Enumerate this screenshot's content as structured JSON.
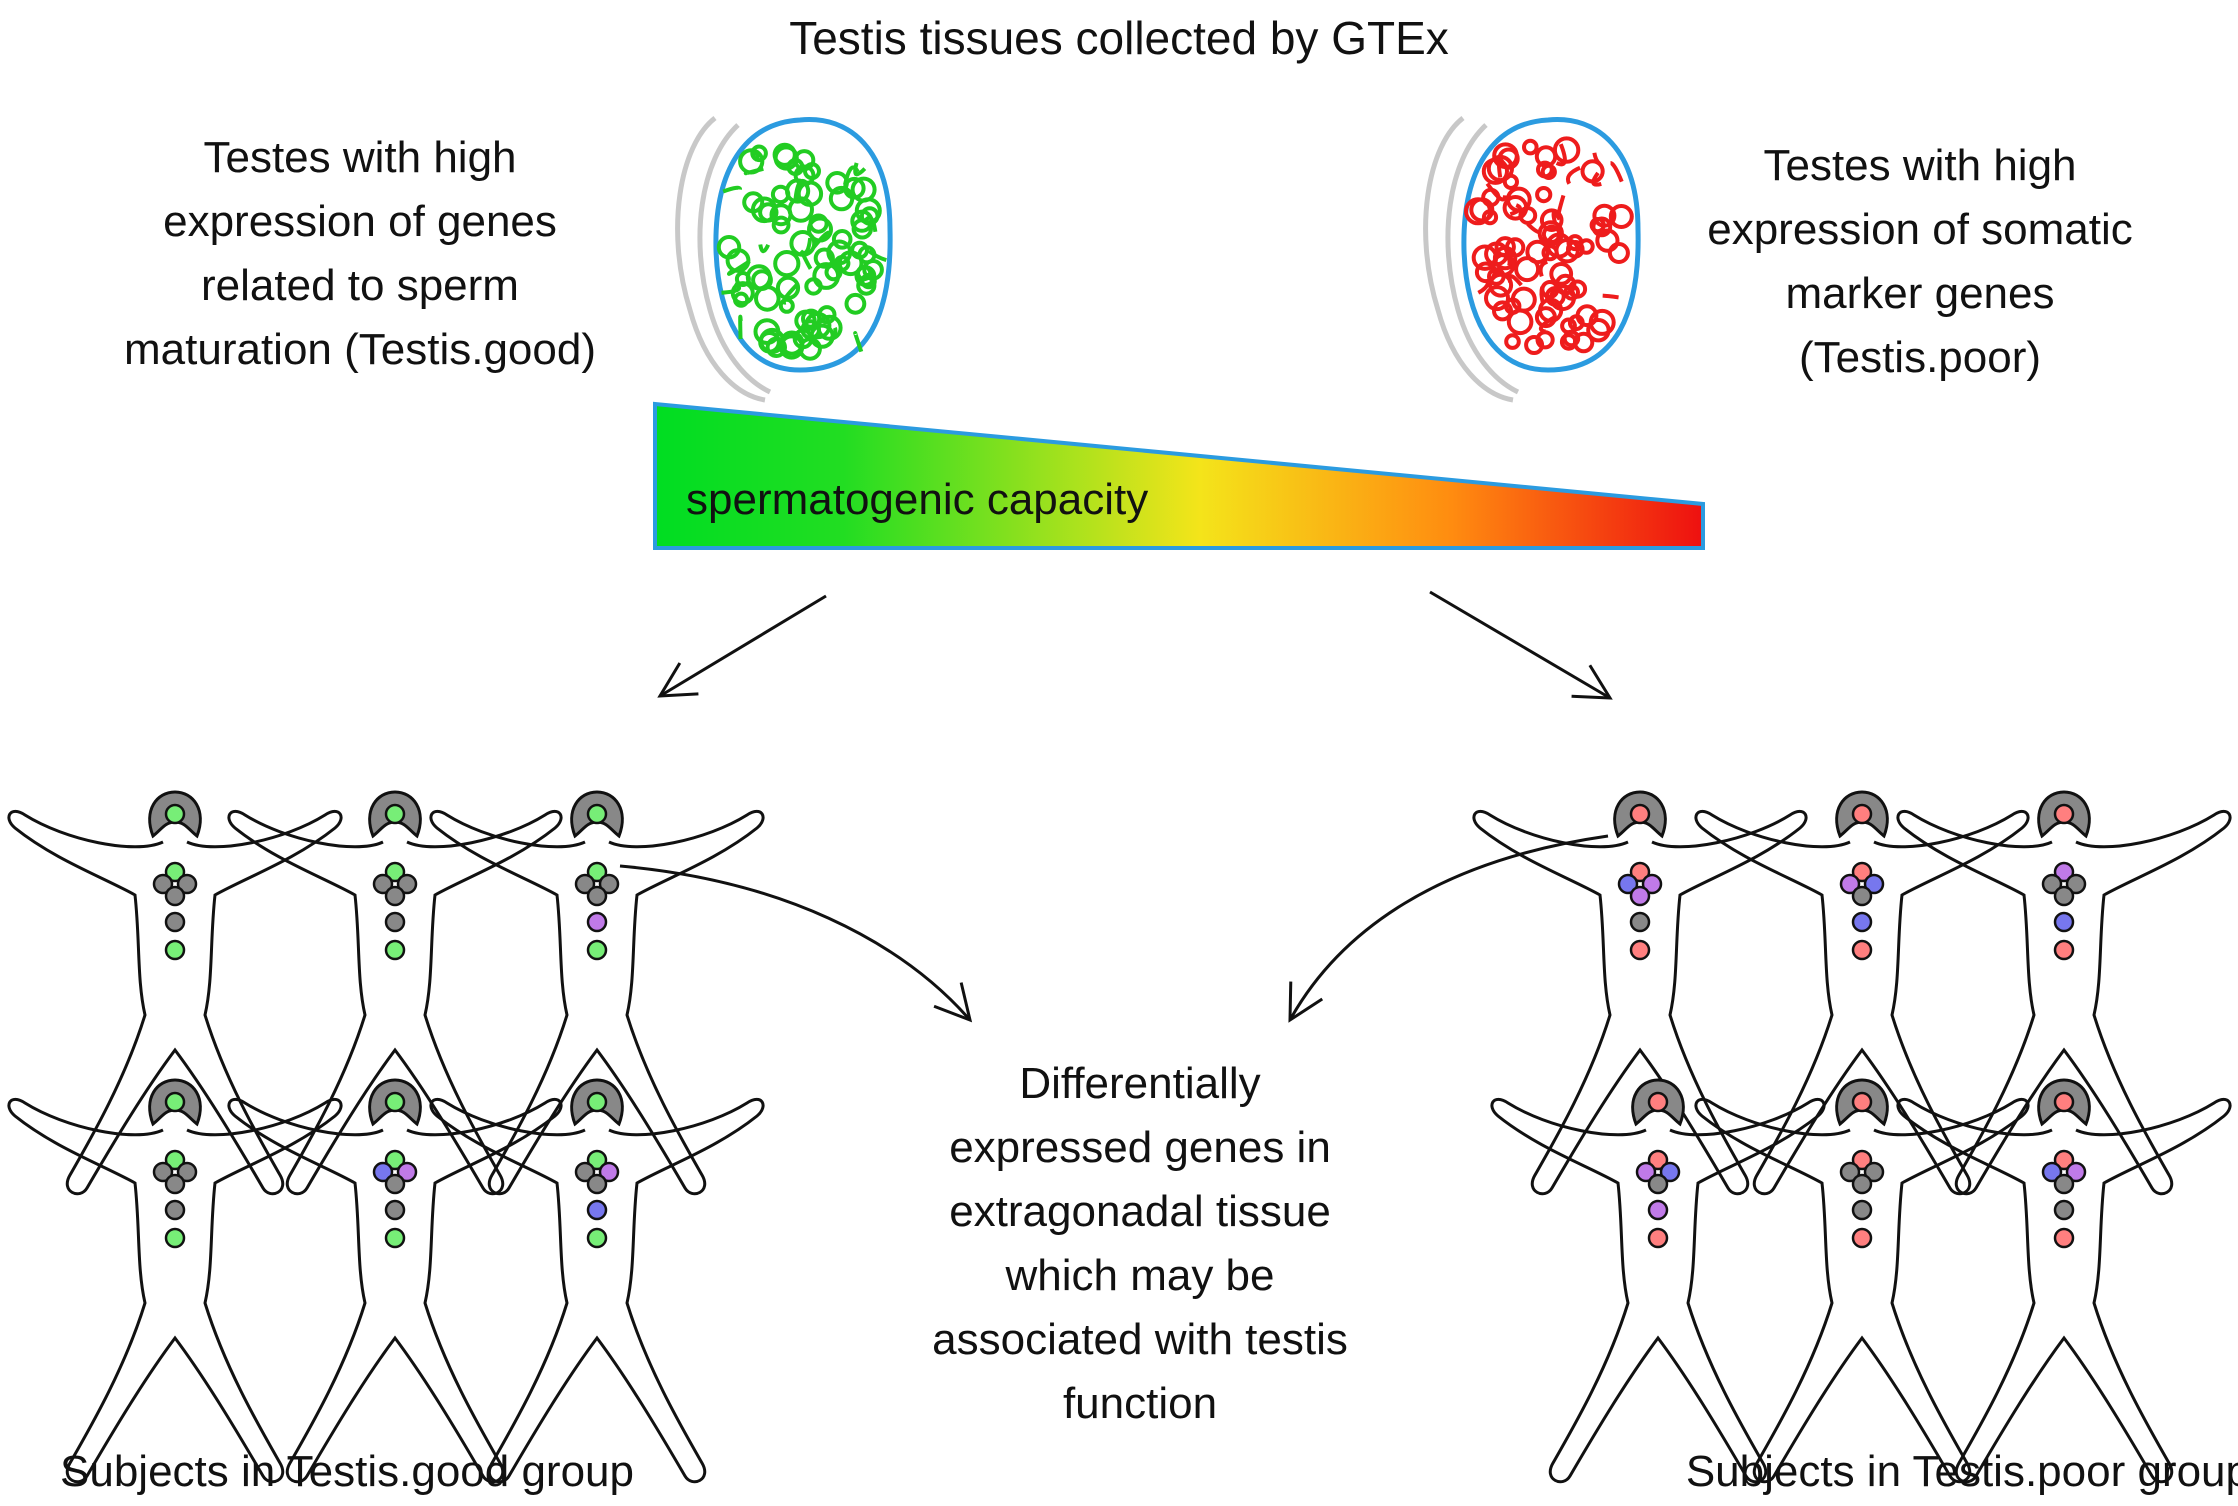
{
  "title": "Testis tissues collected by GTEx",
  "left_description": [
    "Testes with high",
    "expression of genes",
    "related to sperm",
    "maturation (Testis.good)"
  ],
  "right_description": [
    "Testes with high",
    "expression of somatic",
    "marker genes",
    "(Testis.poor)"
  ],
  "gradient_label": "spermatogenic capacity",
  "center_description": [
    "Differentially",
    "expressed genes in",
    "extragonadal tissue",
    "which may be",
    "associated with testis",
    "function"
  ],
  "left_caption": "Subjects in Testis.good group",
  "right_caption": "Subjects in Testis.poor group",
  "colors": {
    "good": "#22cc22",
    "poor": "#ee1c1c",
    "outline": "#2b9be0",
    "gradient": [
      "#00dd22",
      "#f4e41a",
      "#ff8c10",
      "#ee1010"
    ],
    "neutral_dot": "#888888",
    "good_dot": "#77ee77",
    "poor_dot": "#ff7f7f",
    "blue_dot": "#7777ee",
    "purple_dot": "#c07ae8"
  },
  "groups": {
    "good": [
      [
        "green",
        "green",
        "grey",
        "grey",
        "grey",
        "grey",
        "green"
      ],
      [
        "green",
        "green",
        "grey",
        "grey",
        "grey",
        "grey",
        "green"
      ],
      [
        "green",
        "green",
        "grey",
        "grey",
        "grey",
        "purple",
        "green"
      ],
      [
        "green",
        "green",
        "grey",
        "grey",
        "grey",
        "grey",
        "green"
      ],
      [
        "green",
        "green",
        "blue",
        "purple",
        "grey",
        "grey",
        "green"
      ],
      [
        "green",
        "green",
        "grey",
        "purple",
        "grey",
        "blue",
        "green"
      ]
    ],
    "poor": [
      [
        "red",
        "red",
        "blue",
        "purple",
        "purple",
        "grey",
        "red"
      ],
      [
        "red",
        "red",
        "purple",
        "blue",
        "grey",
        "blue",
        "red"
      ],
      [
        "red",
        "purple",
        "grey",
        "grey",
        "grey",
        "blue",
        "red"
      ],
      [
        "red",
        "red",
        "purple",
        "blue",
        "grey",
        "purple",
        "red"
      ],
      [
        "red",
        "red",
        "grey",
        "grey",
        "grey",
        "grey",
        "red"
      ],
      [
        "red",
        "red",
        "blue",
        "purple",
        "grey",
        "grey",
        "red"
      ]
    ]
  }
}
